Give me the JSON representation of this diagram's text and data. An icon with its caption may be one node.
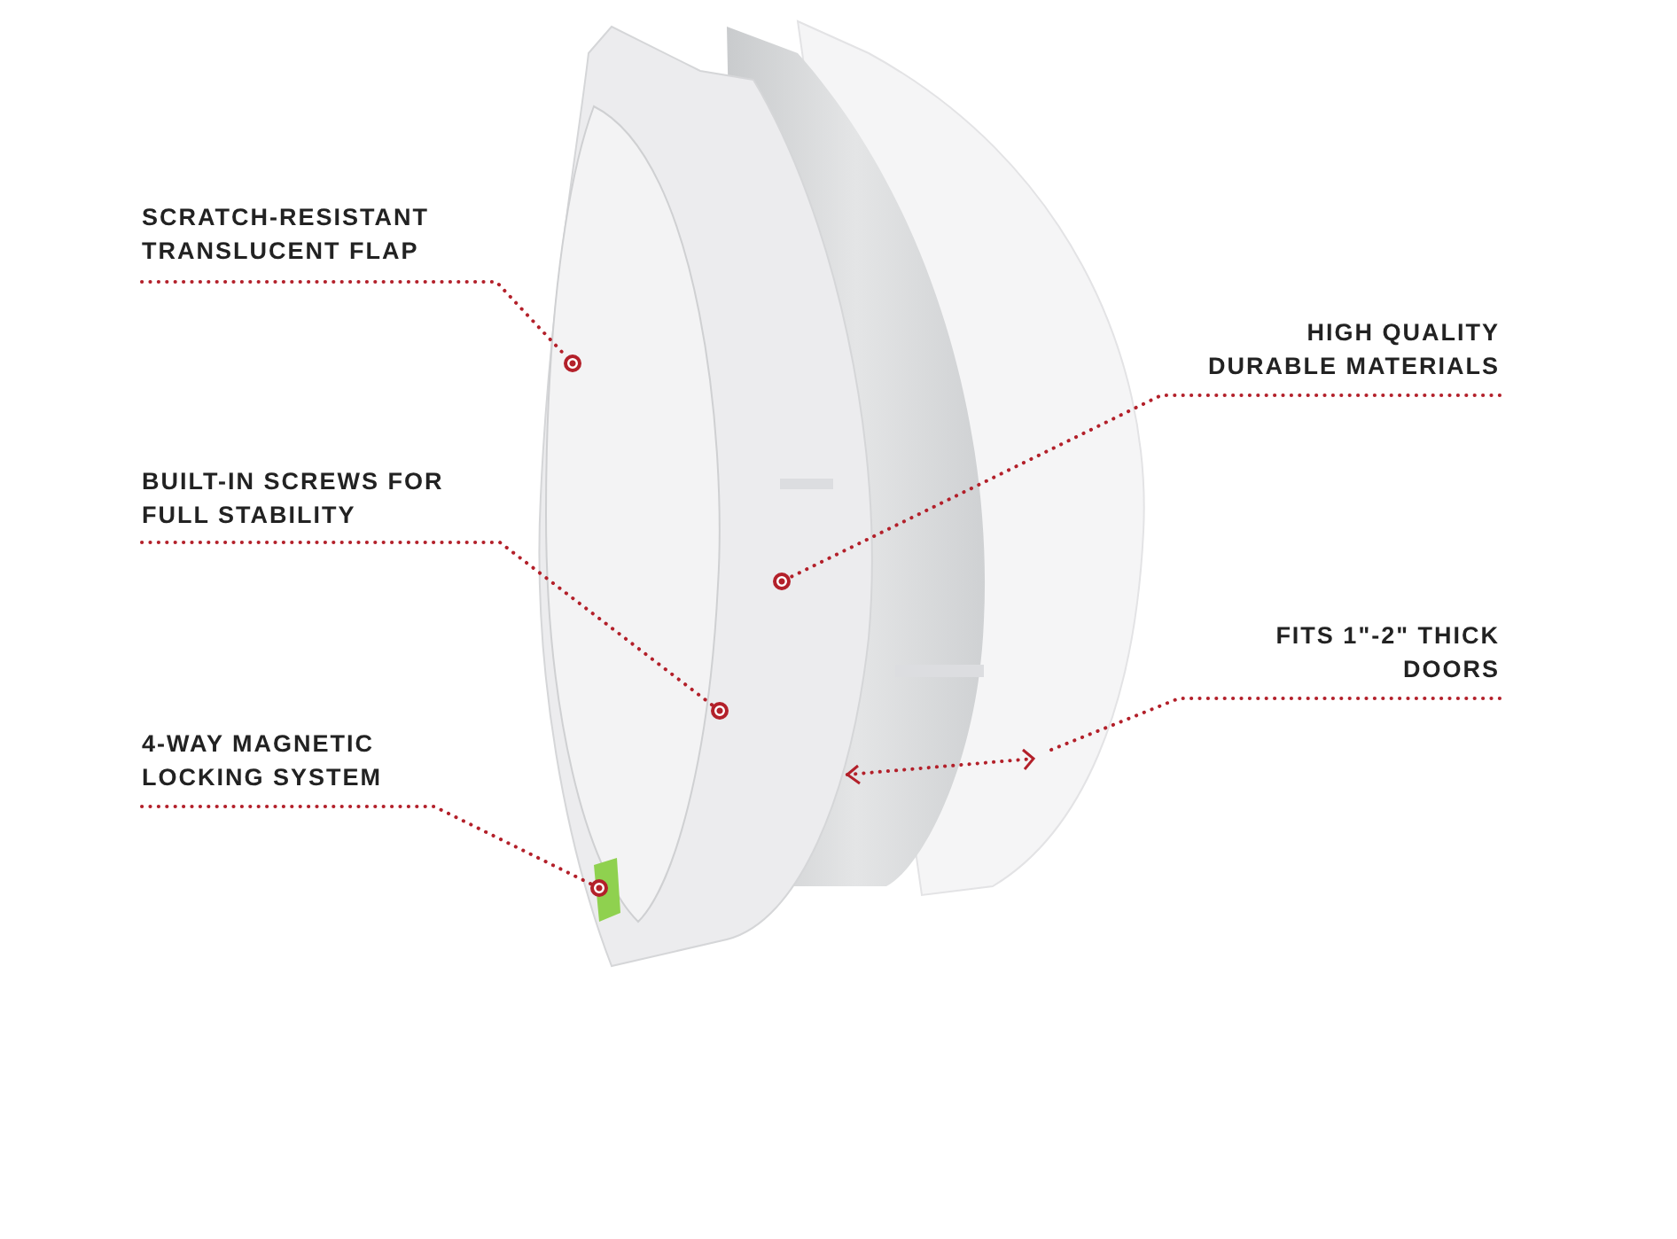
{
  "diagram": {
    "nodes": [
      {
        "text": [
          "SCRATCH-RESISTANT TRANSLUCENT FLAP"
        ]
      },
      {
        "text": [
          "HIGH QUALITY DURABLE MATERIALS"
        ]
      },
      {
        "text": [
          "BUILT-IN SCREWS FOR FULL STABILITY"
        ]
      },
      {
        "text": [
          "FITS 1\"-2\" THICK DOORS"
        ]
      },
      {
        "text": [
          "4-WAY MAGNETIC LOCKING SYSTEM"
        ]
      },
      {
        "text": [],
        "shape": "circle"
      },
      {
        "text": [],
        "shape": "circle"
      },
      {
        "text": [],
        "shape": "circle"
      },
      {
        "text": [],
        "shape": "circle"
      }
    ],
    "edges": [
      {
        "from": 0,
        "to": 5,
        "arrow": "none",
        "style": "dashed"
      },
      {
        "from": 1,
        "to": 6,
        "arrow": "none",
        "style": "dashed"
      },
      {
        "from": 2,
        "to": 7,
        "arrow": "none",
        "style": "dashed"
      },
      {
        "from": 3,
        "to": null,
        "arrow": "none",
        "style": "dashed"
      },
      {
        "from": 4,
        "to": 8,
        "arrow": "none",
        "style": "dashed"
      }
    ]
  }
}
